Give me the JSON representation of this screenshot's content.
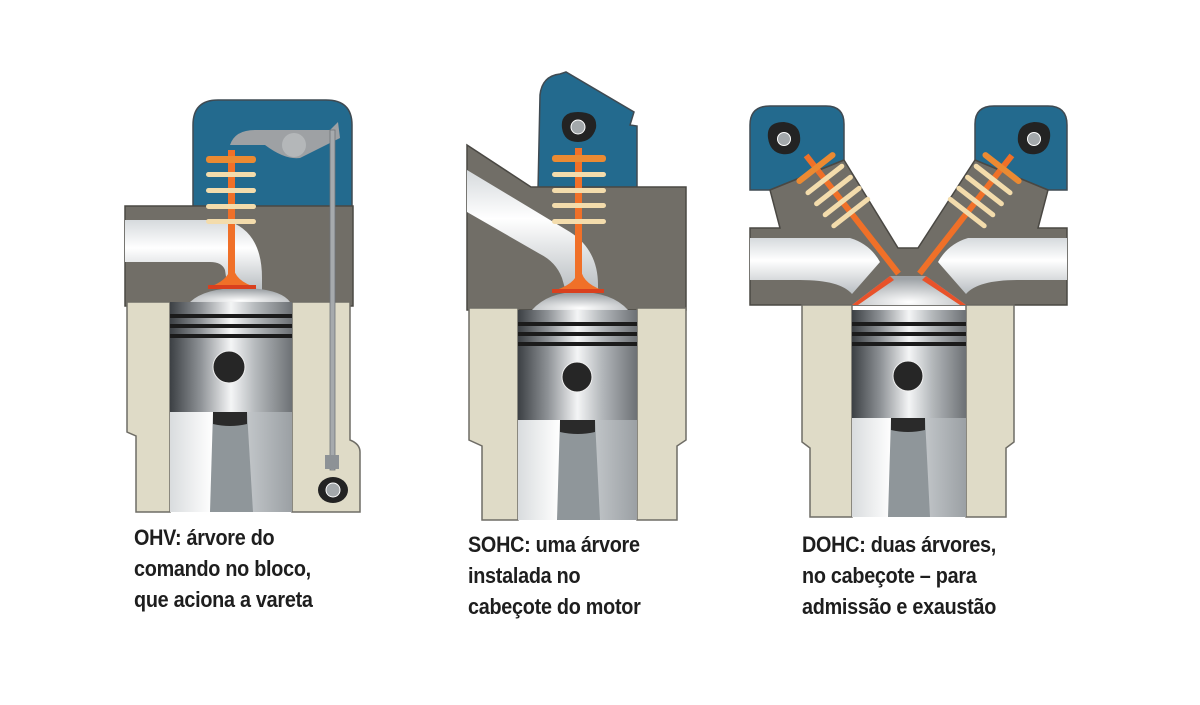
{
  "figure": {
    "panels": [
      {
        "id": "ohv",
        "caption_lines": [
          "OHV: árvore do",
          "comando no bloco,",
          "que aciona a vareta"
        ]
      },
      {
        "id": "sohc",
        "caption_lines": [
          "SOHC: uma árvore",
          "instalada no",
          "cabeçote do motor"
        ]
      },
      {
        "id": "dohc",
        "caption_lines": [
          "DOHC: duas árvores,",
          "no cabeçote – para",
          "admissão e exaustão"
        ]
      }
    ],
    "colors": {
      "head_blue": "#236a8e",
      "block_gray": "#716e67",
      "cylinder_beige": "#dfdbc7",
      "valve_orange": "#f07028",
      "spring_cream": "#f3dcac",
      "cam_black": "#222222",
      "piston_silver": "#b8bcbf"
    }
  }
}
